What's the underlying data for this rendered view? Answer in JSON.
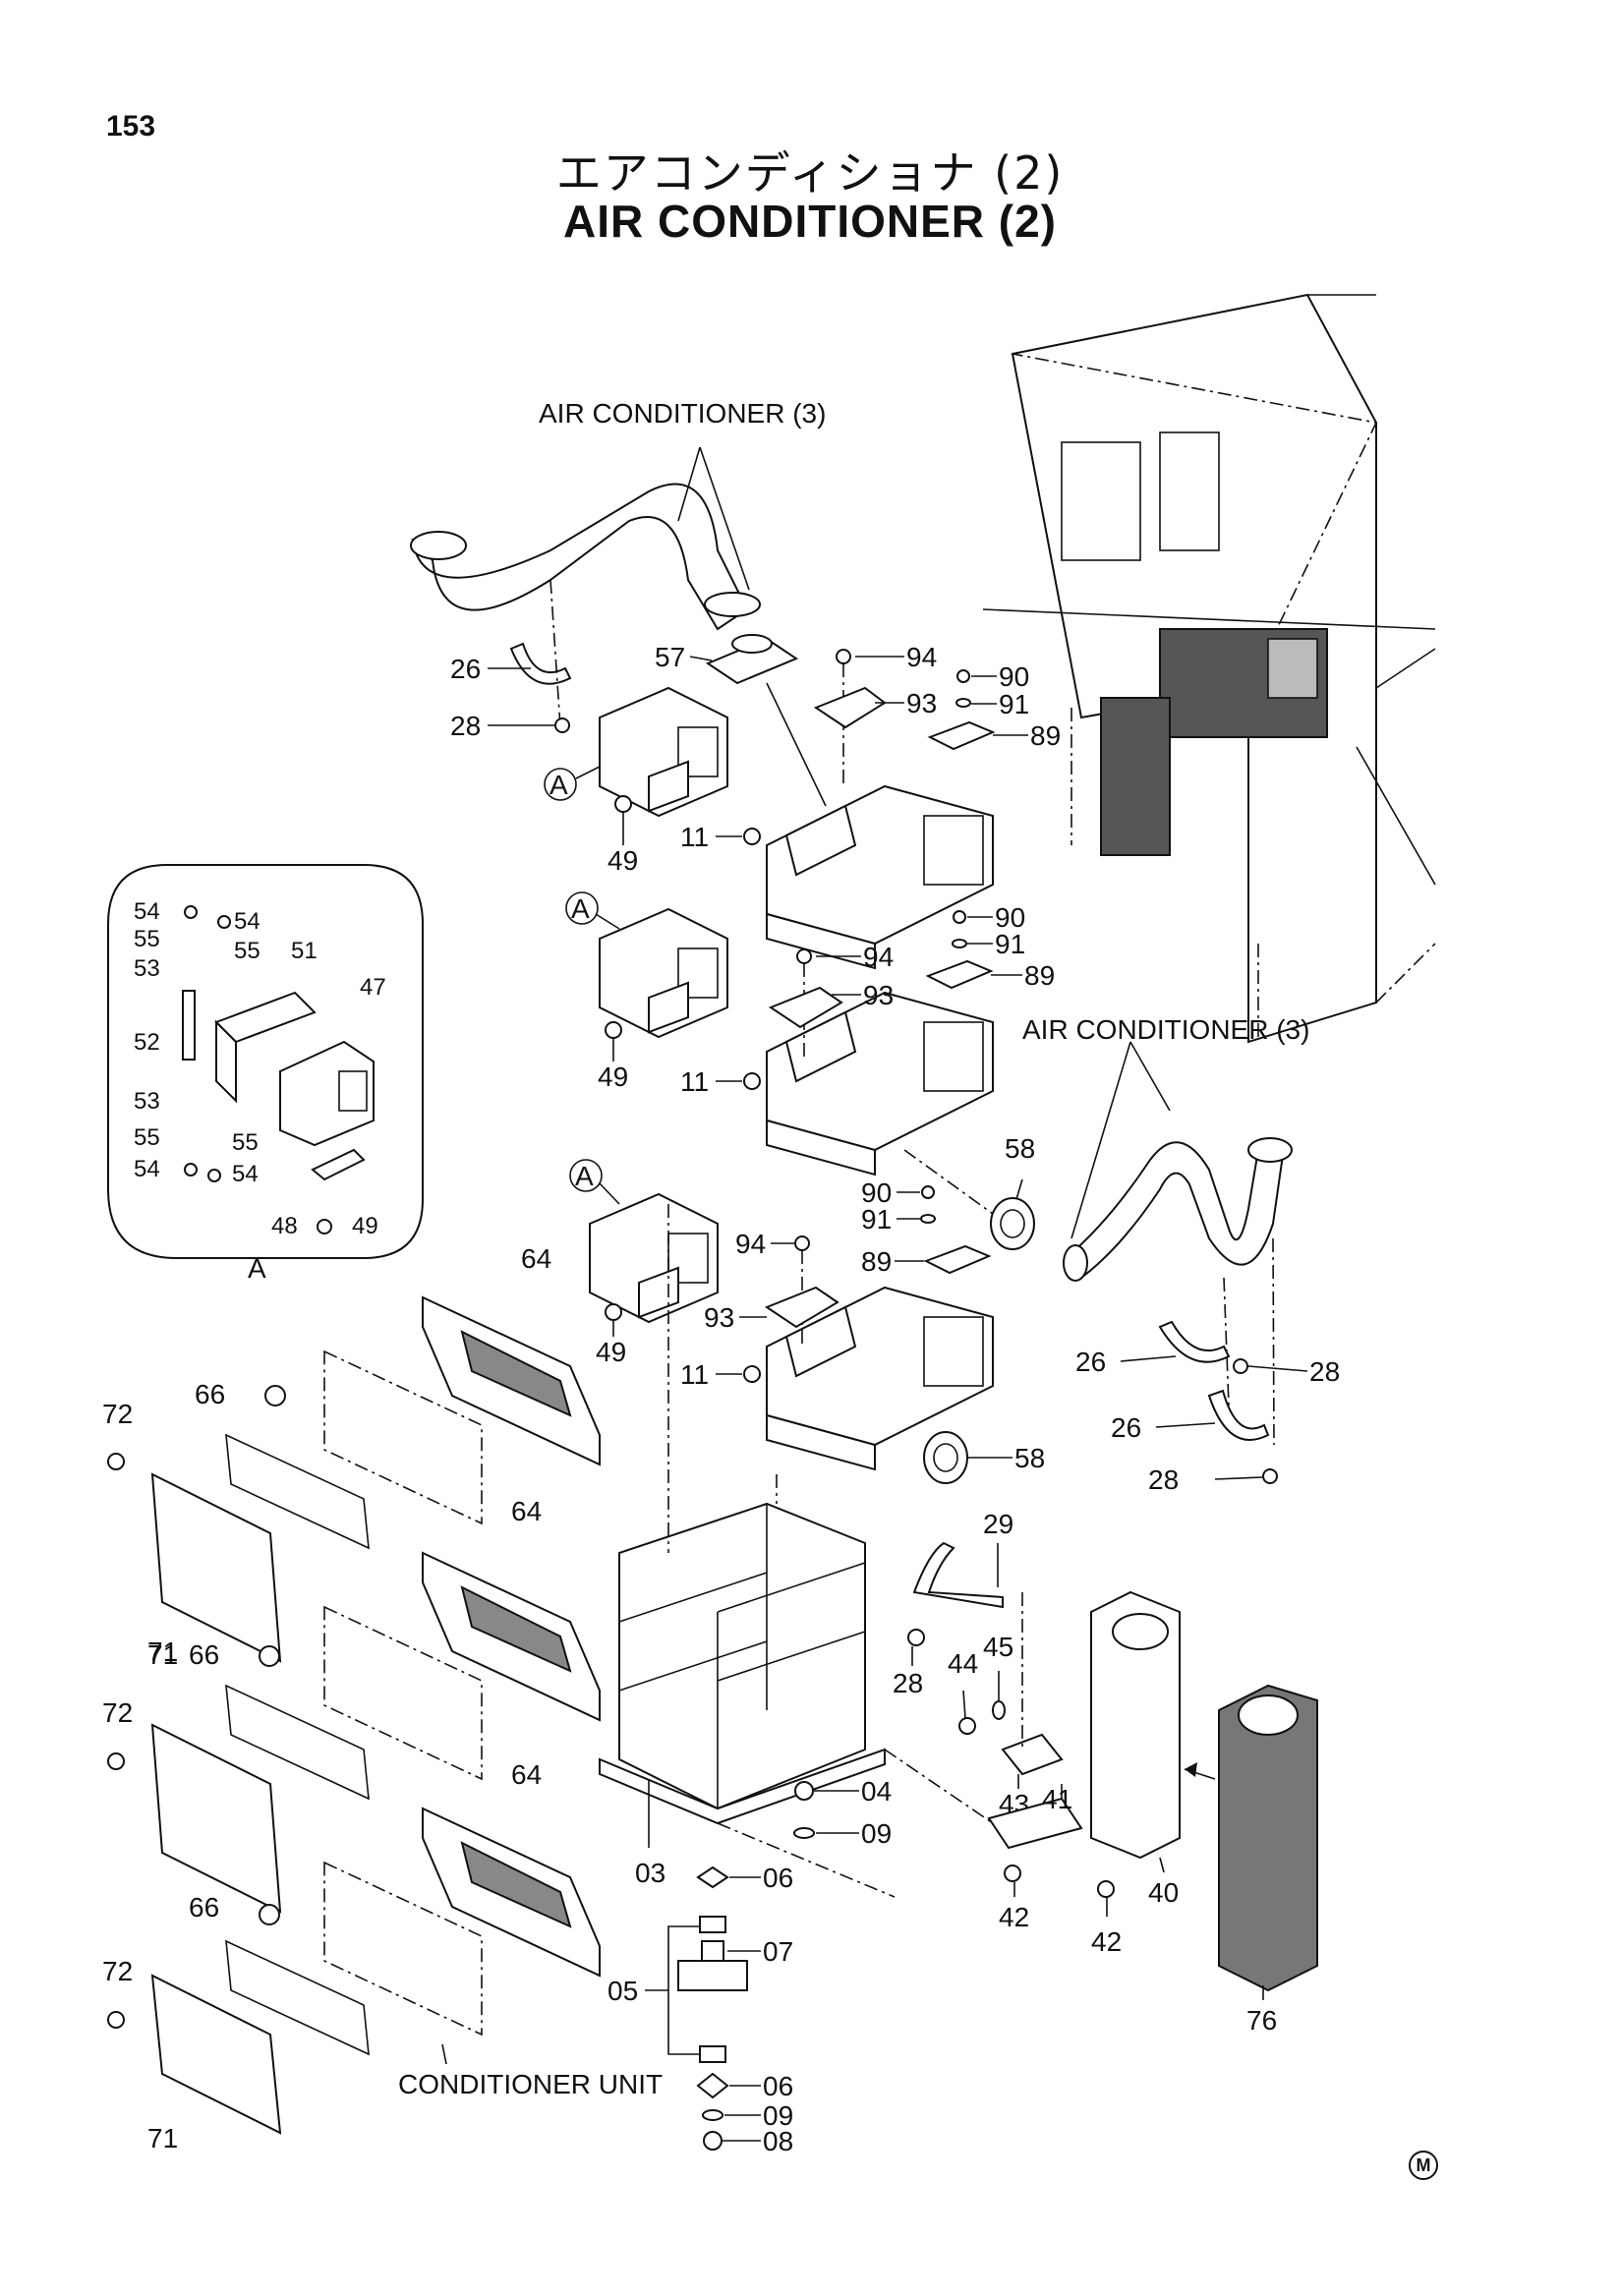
{
  "header": {
    "page_number": "153",
    "title_jp": "エアコンディショナ (2)",
    "title_en": "AIR CONDITIONER (2)"
  },
  "callouts": {
    "air_conditioner_3_top": "AIR CONDITIONER (3)",
    "air_conditioner_3_right": "AIR CONDITIONER (3)",
    "conditioner_unit": "CONDITIONER UNIT",
    "detail_view_label": "A",
    "detail_ref_1": "A",
    "detail_ref_2": "A",
    "detail_ref_3": "A"
  },
  "part_labels": {
    "p26_top": "26",
    "p28_top": "28",
    "p57": "57",
    "p94_top": "94",
    "p93_top": "93",
    "p90_top": "90",
    "p91_top": "91",
    "p89_top": "89",
    "p11_top": "11",
    "p49_top": "49",
    "p90_mid": "90",
    "p91_mid": "91",
    "p94_mid": "94",
    "p93_mid": "93",
    "p89_mid": "89",
    "p11_mid": "11",
    "p49_mid": "49",
    "p58_top": "58",
    "p90_low": "90",
    "p91_low": "91",
    "p94_low": "94",
    "p89_low": "89",
    "p93_low": "93",
    "p49_low": "49",
    "p11_low": "11",
    "p58_low": "58",
    "p26_r1": "26",
    "p28_r1": "28",
    "p26_r2": "26",
    "p28_r2": "28",
    "p54_a": "54",
    "p54_b": "54",
    "p55_a": "55",
    "p55_b": "55",
    "p51": "51",
    "p53_a": "53",
    "p47": "47",
    "p52": "52",
    "p53_b": "53",
    "p55_c": "55",
    "p55_d": "55",
    "p54_c": "54",
    "p54_d": "54",
    "p48": "48",
    "p49_det": "49",
    "p64_a": "64",
    "p66_a": "66",
    "p72_a": "72",
    "p71_a": "71",
    "p66_b": "66",
    "p64_b": "64",
    "p72_b": "72",
    "p71_b": "71",
    "p66_c": "66",
    "p64_c": "64",
    "p72_c": "72",
    "p71_c": "71",
    "p29": "29",
    "p28_low": "28",
    "p44": "44",
    "p45": "45",
    "p43": "43",
    "p41": "41",
    "p40": "40",
    "p42_a": "42",
    "p42_b": "42",
    "p76": "76",
    "p03": "03",
    "p04": "04",
    "p09_a": "09",
    "p06_a": "06",
    "p07": "07",
    "p05": "05",
    "p06_b": "06",
    "p09_b": "09",
    "p08": "08"
  },
  "marker": "M"
}
